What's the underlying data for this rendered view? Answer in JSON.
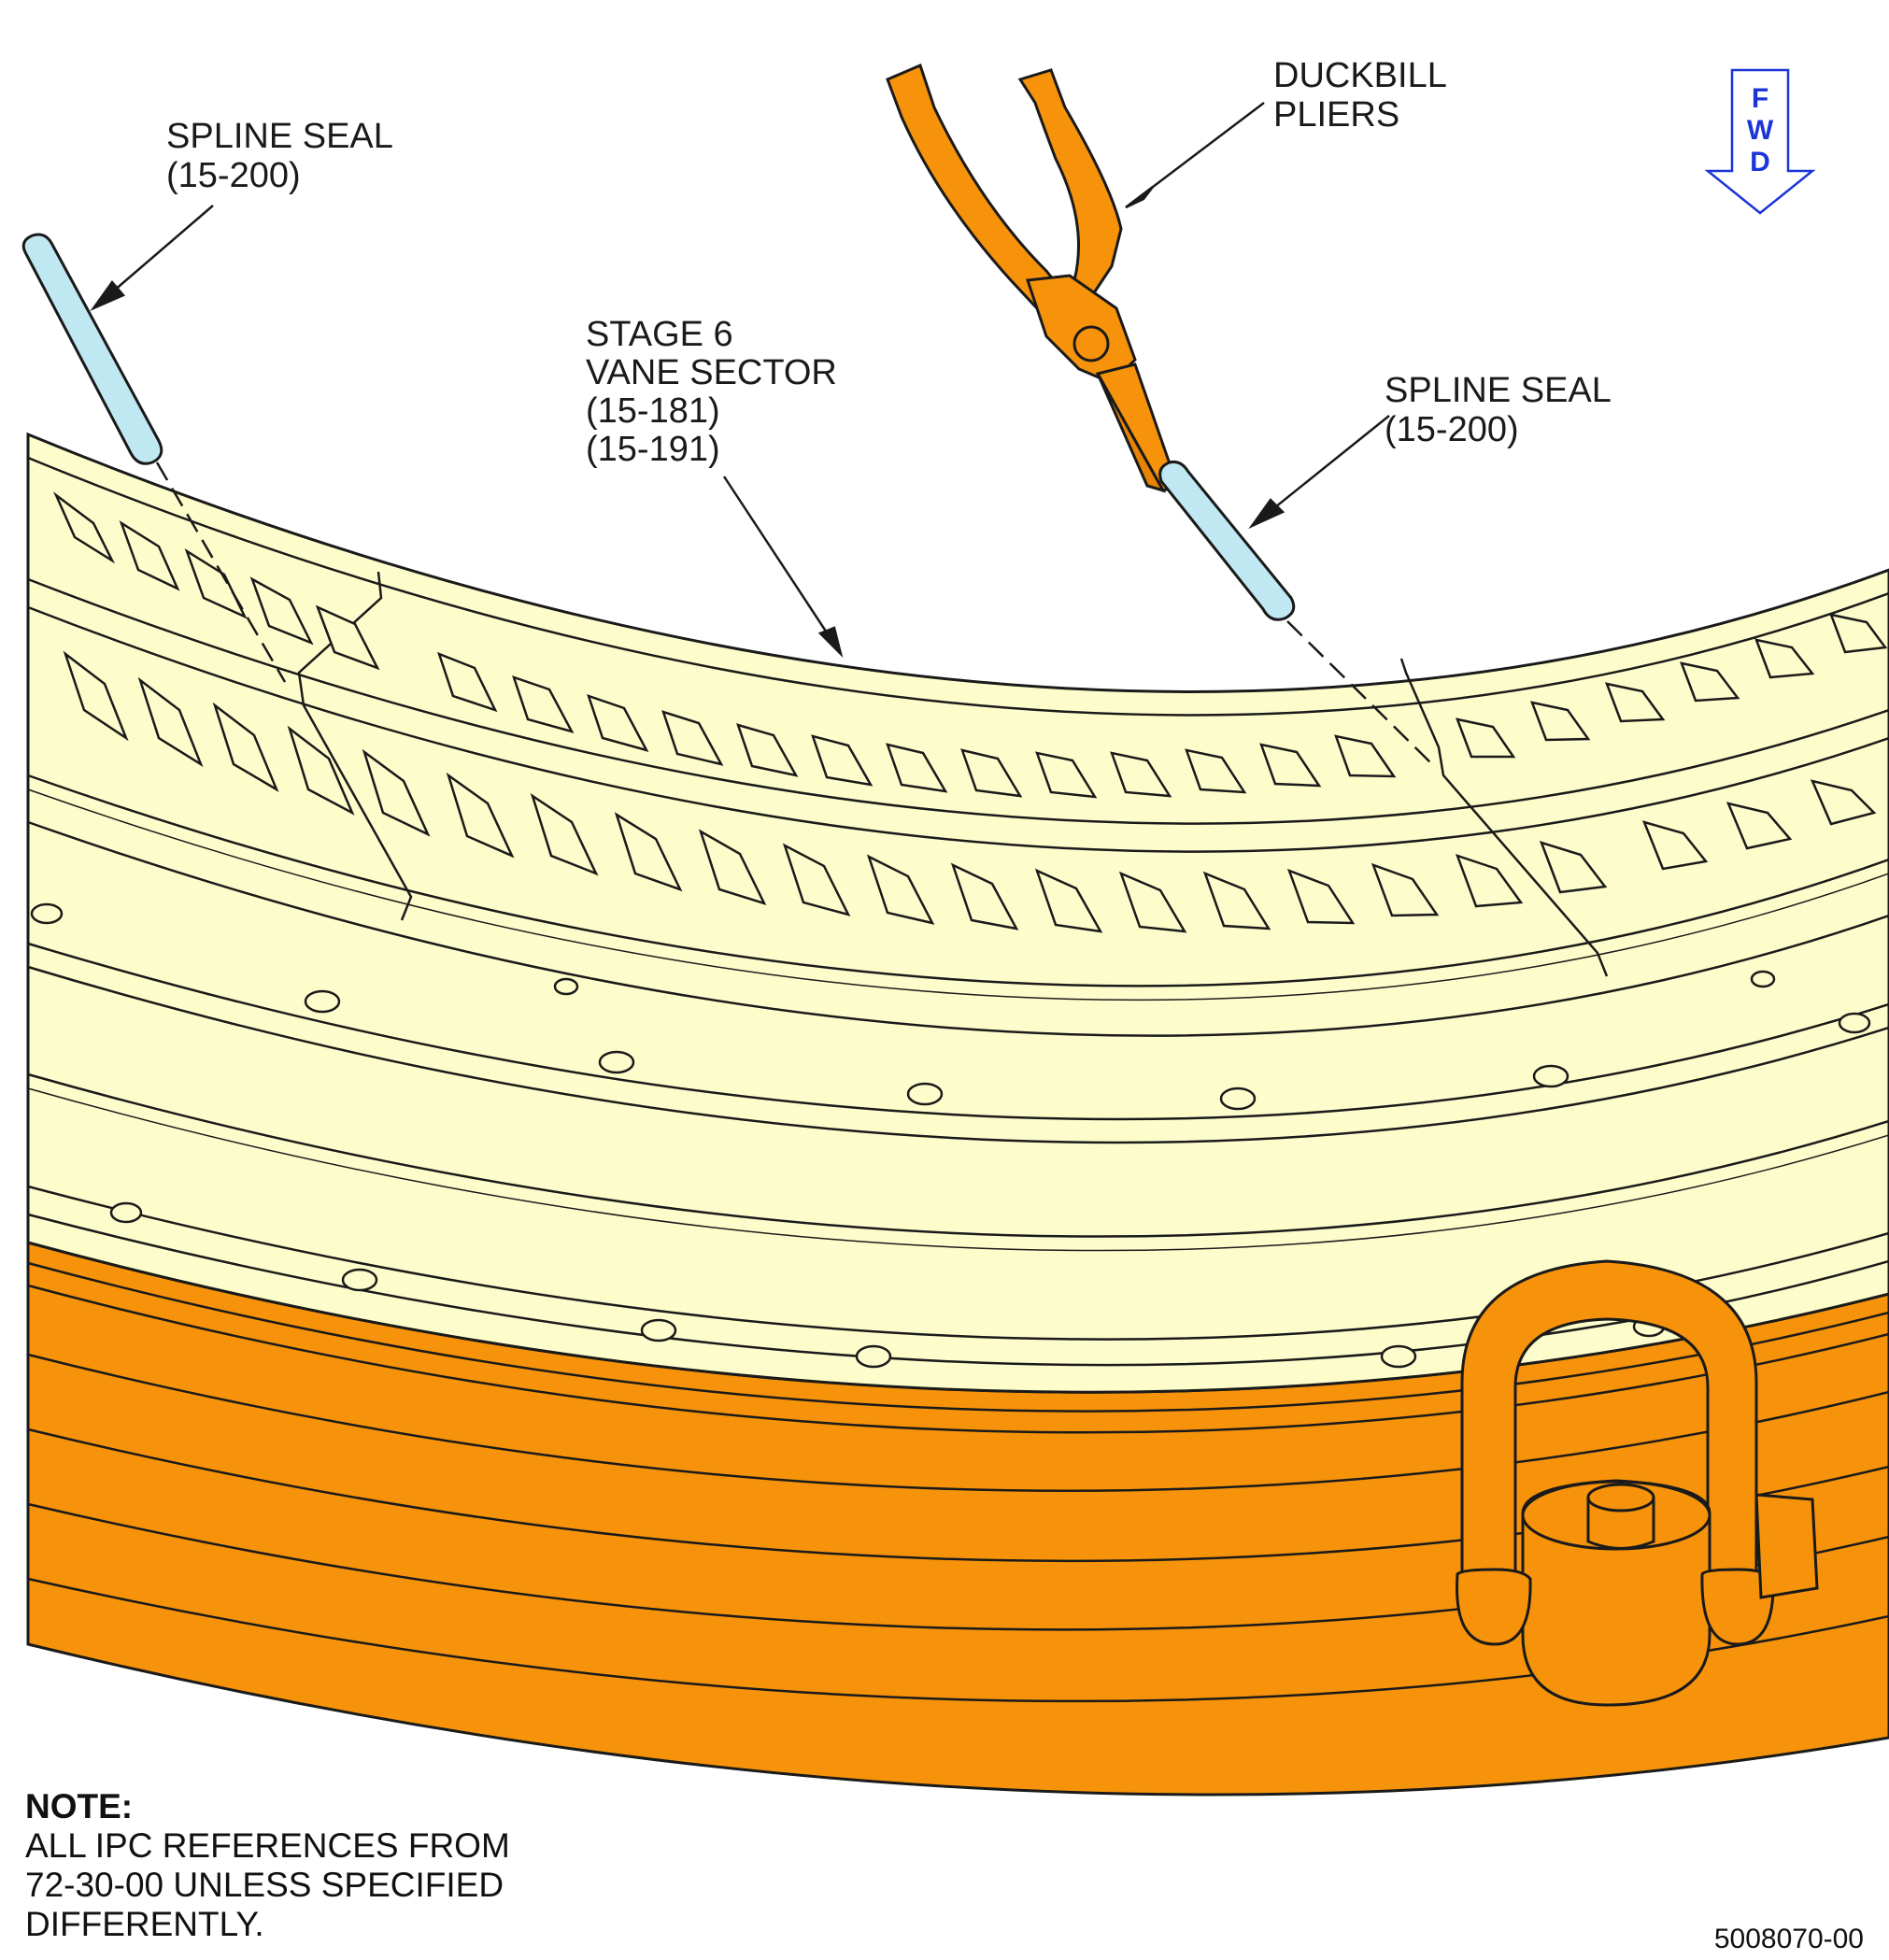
{
  "callouts": {
    "spline_seal_left": {
      "line1": "SPLINE SEAL",
      "line2": "(15-200)"
    },
    "duckbill_pliers": {
      "line1": "DUCKBILL",
      "line2": "PLIERS"
    },
    "vane_sector": {
      "line1": "STAGE 6",
      "line2": "VANE SECTOR",
      "line3": "(15-181)",
      "line4": "(15-191)"
    },
    "spline_seal_right": {
      "line1": "SPLINE SEAL",
      "line2": "(15-200)"
    }
  },
  "fwd_indicator": {
    "letters": [
      "F",
      "W",
      "D"
    ]
  },
  "note": {
    "heading": "NOTE:",
    "lines": [
      "ALL IPC REFERENCES FROM",
      "72-30-00 UNLESS SPECIFIED",
      "DIFFERENTLY."
    ]
  },
  "figure_number": "5008070-00",
  "colors": {
    "vane_fill": "#fdfdcc",
    "case_orange": "#f7930a",
    "seal_blue": "#bfe8f3",
    "fwd_blue": "#1b35d8",
    "line": "#1a1a1a"
  }
}
